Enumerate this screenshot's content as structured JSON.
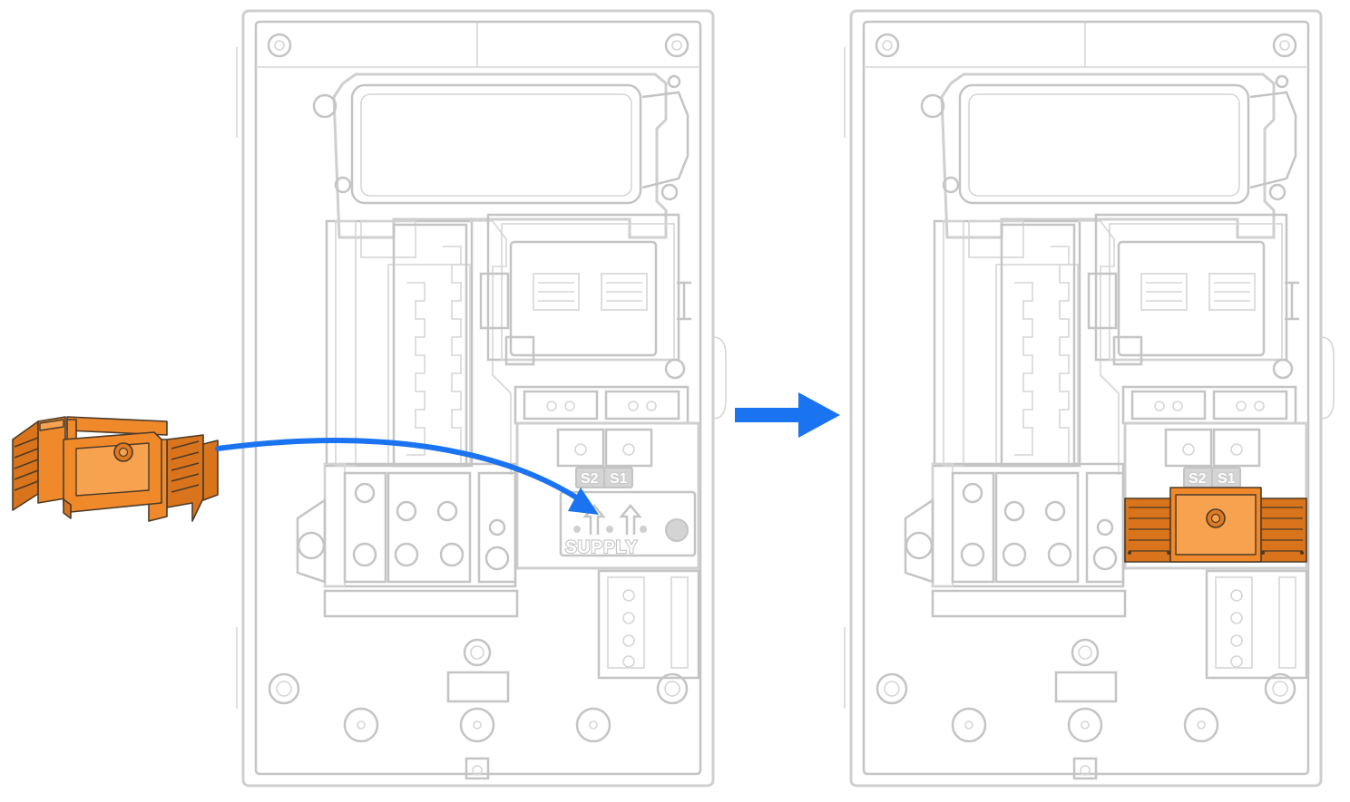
{
  "labels": {
    "s2": "S2",
    "s1": "S1",
    "supply": "SUPPLY"
  },
  "colors": {
    "enclosure_line": "#cfcfcf",
    "component_orange": "#f0892a",
    "arrow_blue": "#1a73f0",
    "background": "#ffffff"
  }
}
